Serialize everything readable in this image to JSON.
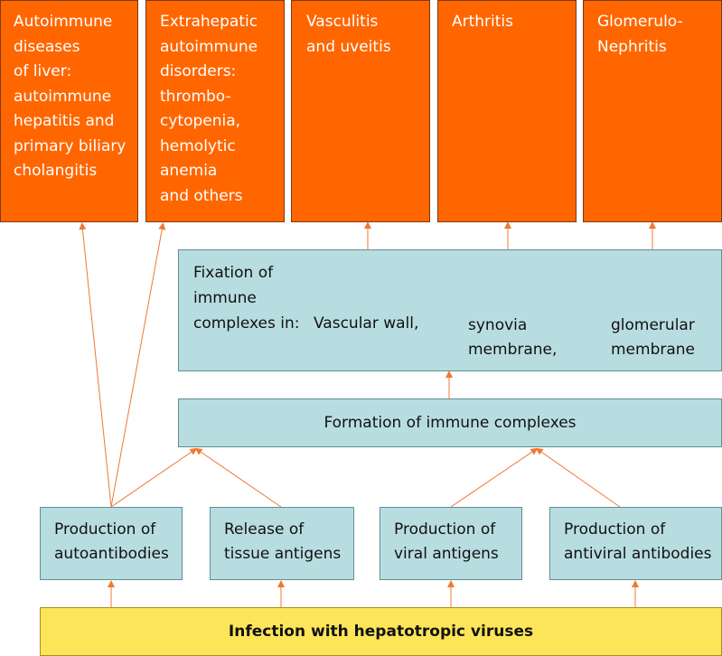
{
  "outcomes": [
    {
      "id": "liver",
      "lines": [
        "Autoimmune",
        "diseases",
        "of liver:",
        "autoimmune",
        "hepatitis and",
        "primary biliary",
        "cholangitis"
      ]
    },
    {
      "id": "extrahepatic",
      "lines": [
        "Extrahepatic",
        "autoimmune",
        "disorders:",
        "thrombo-",
        "cytopenia,",
        "hemolytic",
        "anemia",
        "and others"
      ]
    },
    {
      "id": "vasculitis",
      "lines": [
        "Vasculitis",
        "and uveitis"
      ]
    },
    {
      "id": "arthritis",
      "lines": [
        "Arthritis"
      ]
    },
    {
      "id": "glomerulonephritis",
      "lines": [
        "Glomerulo-",
        "Nephritis"
      ]
    }
  ],
  "fixation": {
    "prefix_lines": [
      "Fixation of",
      "immune",
      "complexes in:"
    ],
    "vascular": "Vascular wall,",
    "synovia_lines": [
      "synovia",
      "membrane,"
    ],
    "glomerular_lines": [
      "glomerular",
      "membrane"
    ]
  },
  "formation": "Formation of immune complexes",
  "sources": [
    {
      "id": "autoantibodies",
      "lines": [
        "Production of",
        "autoantibodies"
      ]
    },
    {
      "id": "tissue-antigens",
      "lines": [
        "Release of",
        "tissue antigens"
      ]
    },
    {
      "id": "viral-antigens",
      "lines": [
        "Production of",
        "viral antigens"
      ]
    },
    {
      "id": "antiviral-antibodies",
      "lines": [
        "Production of",
        "antiviral antibodies"
      ]
    }
  ],
  "infection": "Infection with hepatotropic viruses",
  "colors": {
    "outcome": "#ff6600",
    "process": "#b8dde0",
    "infection": "#fde55a",
    "arrow": "#f07830"
  }
}
